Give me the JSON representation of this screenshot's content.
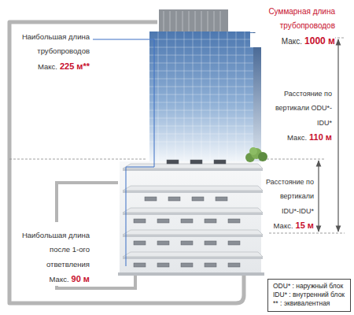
{
  "diagram": {
    "nodes": [
      {
        "text": [
          "ODU* : наружный блок",
          "IDU* : внутренний блок",
          "** : эквивалентная"
        ]
      }
    ],
    "labels": [
      "Суммарная длина трубопроводов",
      "Макс.",
      "1000 м",
      "Наибольшая длина трубопроводов",
      "Макс.",
      "225 м**",
      "Расстояние по вертикали ODU*-IDU*",
      "Макс.",
      "110 м",
      "Расстояние по вертикали IDU*-IDU*",
      "Макс.",
      "15 м",
      "Наибольшая длина после 1-ого ответвления",
      "Макс.",
      "90 м"
    ]
  }
}
